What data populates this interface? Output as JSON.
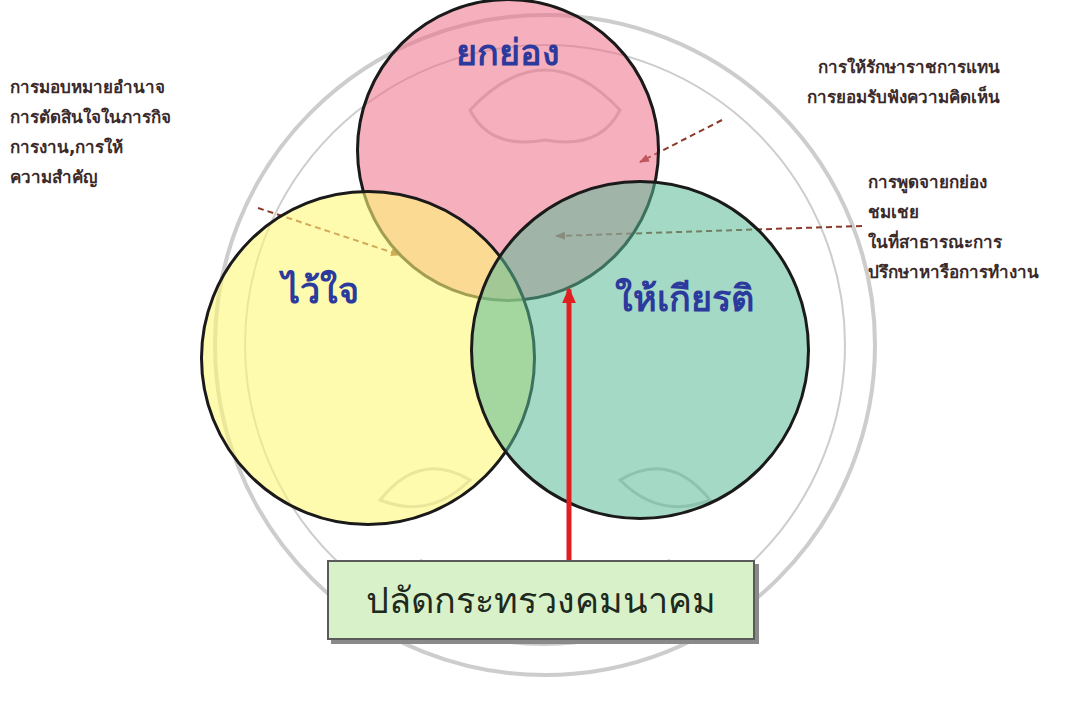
{
  "diagram": {
    "nodes": [
      {
        "text": [
          "ยกย่อง"
        ]
      },
      {
        "text": [
          "ไว้ใจ"
        ]
      },
      {
        "text": [
          "ให้เกียรติ"
        ]
      },
      {
        "text": [
          "ปลัดกระทรวงคมนาคม"
        ]
      }
    ],
    "edges": [
      {
        "from": 3,
        "to": 0,
        "arrow": "to"
      }
    ],
    "labels": [
      "การมอบหมายอำนาจ การตัดสินใจในภารกิจ การงาน,การให้ ความสำคัญ",
      "การให้รักษาราชการแทน การยอมรับฟังความคิดเห็น",
      "การพูดจายกย่อง ชมเชย ในที่สาธารณะการ ปรึกษาหารือการทำงาน"
    ]
  }
}
